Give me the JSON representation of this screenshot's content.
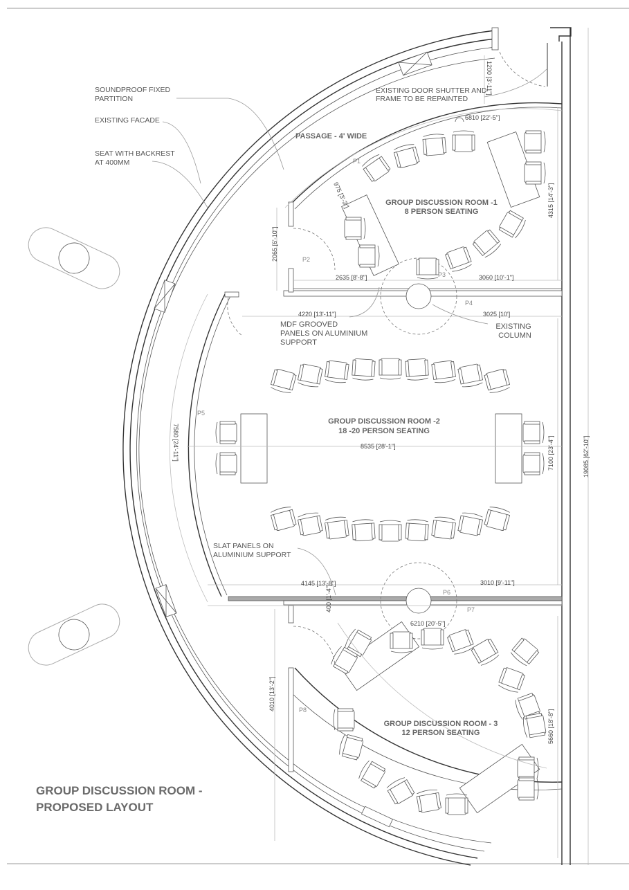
{
  "title": {
    "line1": "GROUP DISCUSSION ROOM -",
    "line2": "PROPOSED LAYOUT"
  },
  "notes": {
    "soundproof": [
      "SOUNDPROOF FIXED",
      "PARTITION"
    ],
    "facade": "EXISTING FACADE",
    "seat": [
      "SEAT WITH BACKREST",
      "AT 400MM"
    ],
    "door": [
      "EXISTING DOOR SHUTTER AND",
      "FRAME TO BE REPAINTED"
    ],
    "passage": "PASSAGE - 4' WIDE",
    "mdf": [
      "MDF GROOVED",
      "PANELS ON ALUMINIUM",
      "SUPPORT"
    ],
    "column": [
      "EXISTING",
      "COLUMN"
    ],
    "slat": [
      "SLAT PANELS ON",
      "ALUMINIUM SUPPORT"
    ]
  },
  "rooms": [
    {
      "name": "GROUP DISCUSSION ROOM -1",
      "seating": "8 PERSON SEATING"
    },
    {
      "name": "GROUP DISCUSSION ROOM -2",
      "seating": "18 -20 PERSON SEATING"
    },
    {
      "name": "GROUP DISCUSSION ROOM - 3",
      "seating": "12 PERSON SEATING"
    }
  ],
  "dimensions": {
    "door_width": "1200 [3'-11\"]",
    "room1_arc": "6810 [22'-5\"]",
    "p1_offset": "975 [3'-3\"]",
    "room1_depth": "4315 [14'-3\"]",
    "p2_height": "2065 [6'-10\"]",
    "left_top": "2635 [8'-8\"]",
    "right_top": "3060 [10'-1\"]",
    "left_mid": "4220 [13'-11\"]",
    "right_mid": "3025 [10']",
    "room2_arc": "7580 [24'-11\"]",
    "room2_width": "8535 [28'-1\"]",
    "room2_depth": "7100 [23'-4\"]",
    "overall": "19085 [62'-10\"]",
    "left_low": "4145 [13'-8\"]",
    "right_low": "3010 [9'-11\"]",
    "gap": "400 [1'-4\"]",
    "room3_arc": "6210 [20'-5\"]",
    "p8_height": "4010 [13'-2\"]",
    "room3_depth": "5660 [18'-8\"]"
  },
  "panels": [
    "P1",
    "P2",
    "P3",
    "P4",
    "P5",
    "P6",
    "P7",
    "P8"
  ]
}
